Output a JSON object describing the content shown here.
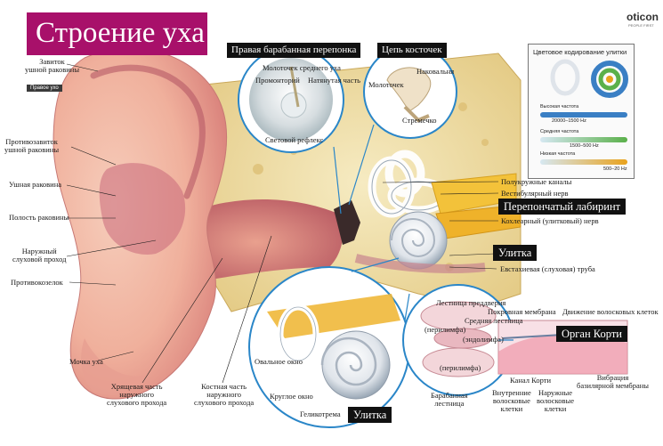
{
  "title": "Строение уха",
  "brand": "oticon",
  "brand_tagline": "PEOPLE FIRST",
  "side_tag": "Правое ухо",
  "headers": {
    "eardrum": "Правая барабанная перепонка",
    "ossicles": "Цепь косточек",
    "labyrinth": "Перепончатый лабиринт",
    "cochlea_main": "Улитка",
    "cochlea_bottom": "Улитка",
    "organ_corti": "Орган Корти"
  },
  "outer_labels": {
    "helix": "Завиток\nушной раковины",
    "antihelix": "Противозавиток\nушной раковины",
    "concha": "Ушная раковина",
    "concha_cavity": "Полость раковины",
    "ext_canal": "Наружный\nслуховой проход",
    "antitragus": "Противокозелок",
    "lobule": "Мочка уха",
    "cartilage_canal": "Хрящевая часть\nнаружного\nслухового прохода",
    "bony_canal": "Костная часть\nнаружного\nслухового прохода"
  },
  "eardrum_labels": {
    "malleus": "Молоточек среднего уха",
    "promontory": "Промонторий",
    "pars_tensa": "Натянутая часть",
    "light_reflex": "Световой рефлекс"
  },
  "ossicle_labels": {
    "incus": "Наковальня",
    "malleus": "Молоточек",
    "stapes": "Стремечко"
  },
  "inner_labels": {
    "canals": "Полукружные каналы",
    "vestibular": "Вестибулярный нерв",
    "cochlear_nerve": "Кохлеарный (улитковый) нерв",
    "eustachian": "Евстахиевая (слуховая) труба"
  },
  "cochlea_labels": {
    "oval": "Овальное окно",
    "round": "Круглое окно",
    "helicotrema": "Геликотрема"
  },
  "section_labels": {
    "vestibuli": "Лестница преддверия",
    "perilymph_top": "(перилимфа)",
    "tectorial": "Покровная мембрана",
    "media": "Средняя лестница",
    "endolymph": "(эндолимфа)",
    "perilymph_bottom": "(перилимфа)",
    "tympani": "Барабанная\nлестница"
  },
  "corti_labels": {
    "hair_motion": "Движение волосковых клеток",
    "tunnel": "Канал Корти",
    "inner_hair": "Внутренние\nволосковые\nклетки",
    "outer_hair": "Наружные\nволосковые\nклетки",
    "basilar": "Вибрация\nбазилярной мембраны"
  },
  "legend": {
    "title": "Цветовое кодирование улитки",
    "high": "Высокая частота",
    "high_range": "20000–1500 Hz",
    "mid": "Средняя частота",
    "mid_range": "1500–500 Hz",
    "low": "Низкая частота",
    "low_range": "500–20 Hz",
    "colors": {
      "high": "#3a7fc4",
      "mid": "#5ab04a",
      "low": "#e9a21c"
    }
  },
  "colors": {
    "title_bg": "#a8106a",
    "skin": "#f1b8a6",
    "skin_dark": "#c86a6e",
    "bone": "#f0dfa6",
    "nerve": "#f3c23a",
    "circle_stroke": "#2a86c8"
  }
}
